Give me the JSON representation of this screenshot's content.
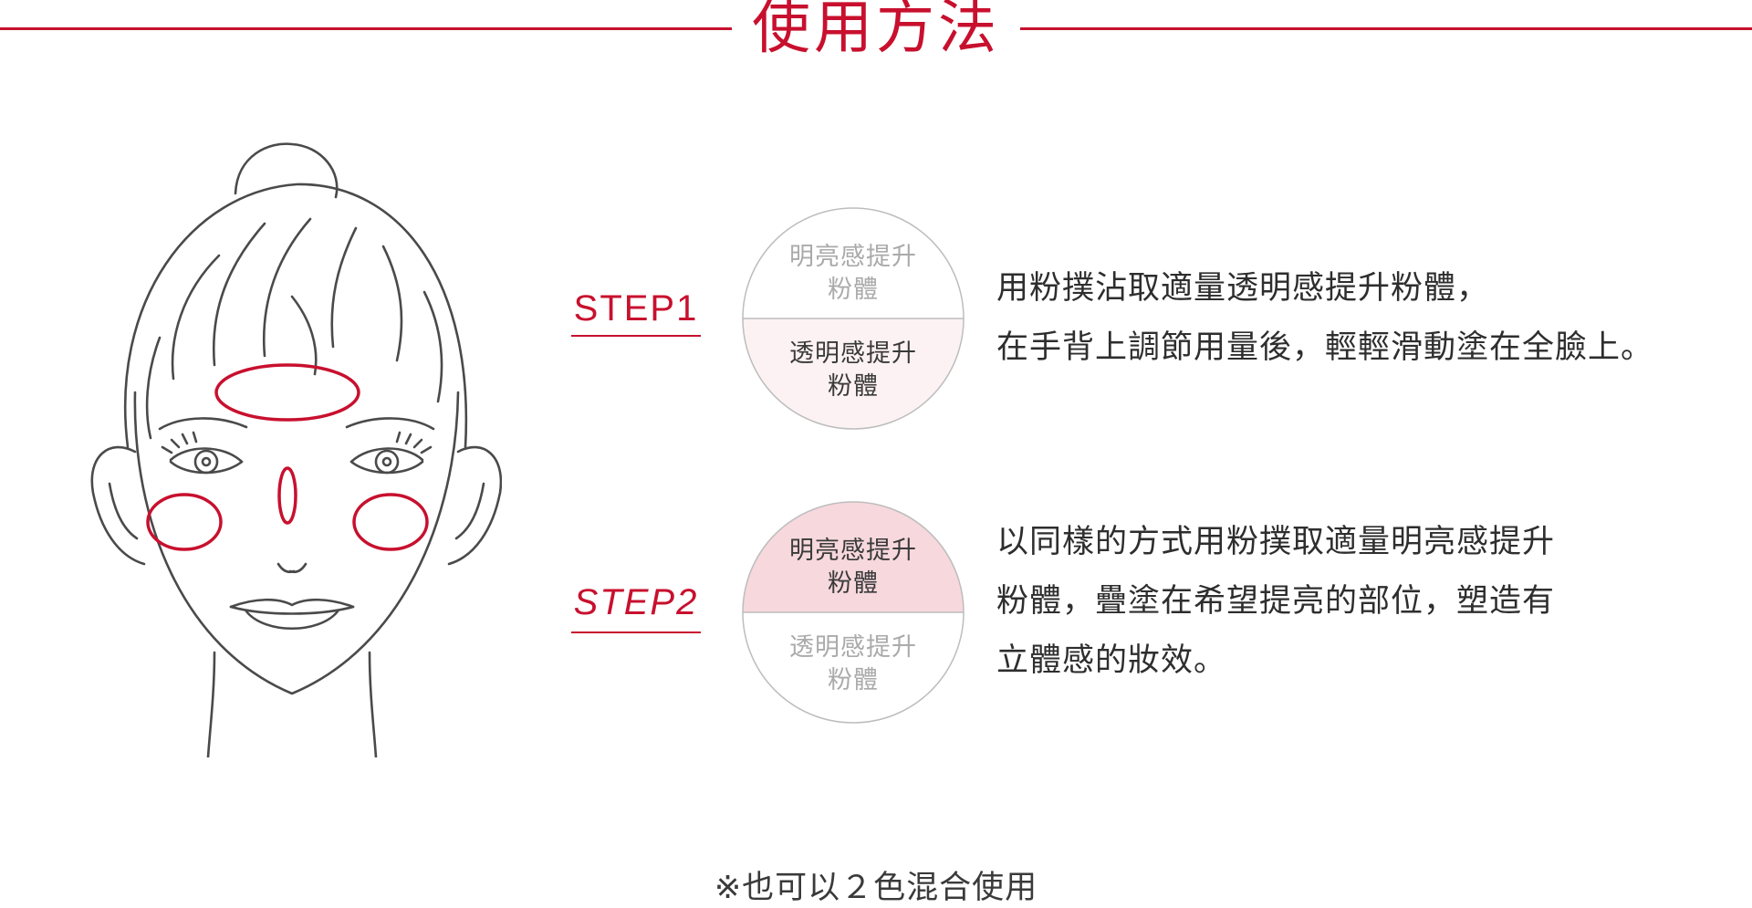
{
  "colors": {
    "accent": "#c8102e",
    "line_art": "#4a4a4a",
    "puff_border": "#bdbdbd",
    "puff_highlight": "#f6d8dd",
    "puff_soft": "#fdf2f3",
    "muted_text": "#aaaaaa",
    "dark_text": "#3a3a3a"
  },
  "header": {
    "title": "使用方法"
  },
  "steps": [
    {
      "label": "STEP1",
      "puff": {
        "top_text": [
          "明亮感提升",
          "粉體"
        ],
        "bottom_text": [
          "透明感提升",
          "粉體"
        ],
        "highlighted": "bottom"
      },
      "instructions": [
        "用粉撲沾取適量透明感提升粉體，",
        "在手背上調節用量後，輕輕滑動塗在全臉上。"
      ]
    },
    {
      "label": "STEP2",
      "puff": {
        "top_text": [
          "明亮感提升",
          "粉體"
        ],
        "bottom_text": [
          "透明感提升",
          "粉體"
        ],
        "highlighted": "top"
      },
      "instructions": [
        "以同樣的方式用粉撲取適量明亮感提升",
        "粉體，疊塗在希望提亮的部位，塑造有",
        "立體感的妝效。"
      ]
    }
  ],
  "note": "※也可以２色混合使用",
  "illustration": {
    "icon": "face-illustration-icon",
    "highlight_zones": [
      "forehead",
      "nose-bridge",
      "left-cheek",
      "right-cheek"
    ]
  }
}
